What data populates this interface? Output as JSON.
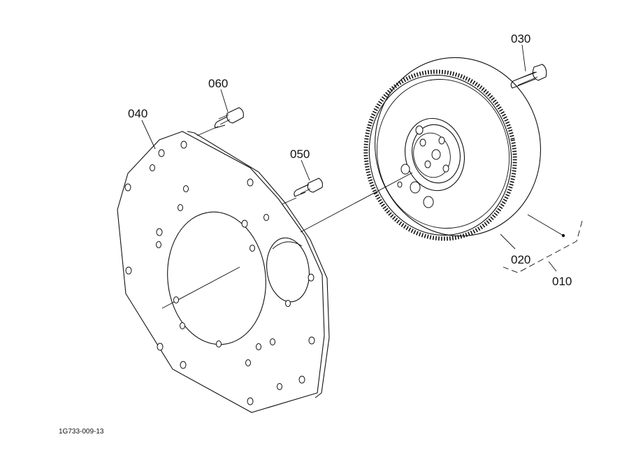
{
  "diagram": {
    "parts": {
      "p010": "010",
      "p020": "020",
      "p030": "030",
      "p040": "040",
      "p050": "050",
      "p060": "060"
    },
    "figure_code": "1G733-009-13"
  }
}
